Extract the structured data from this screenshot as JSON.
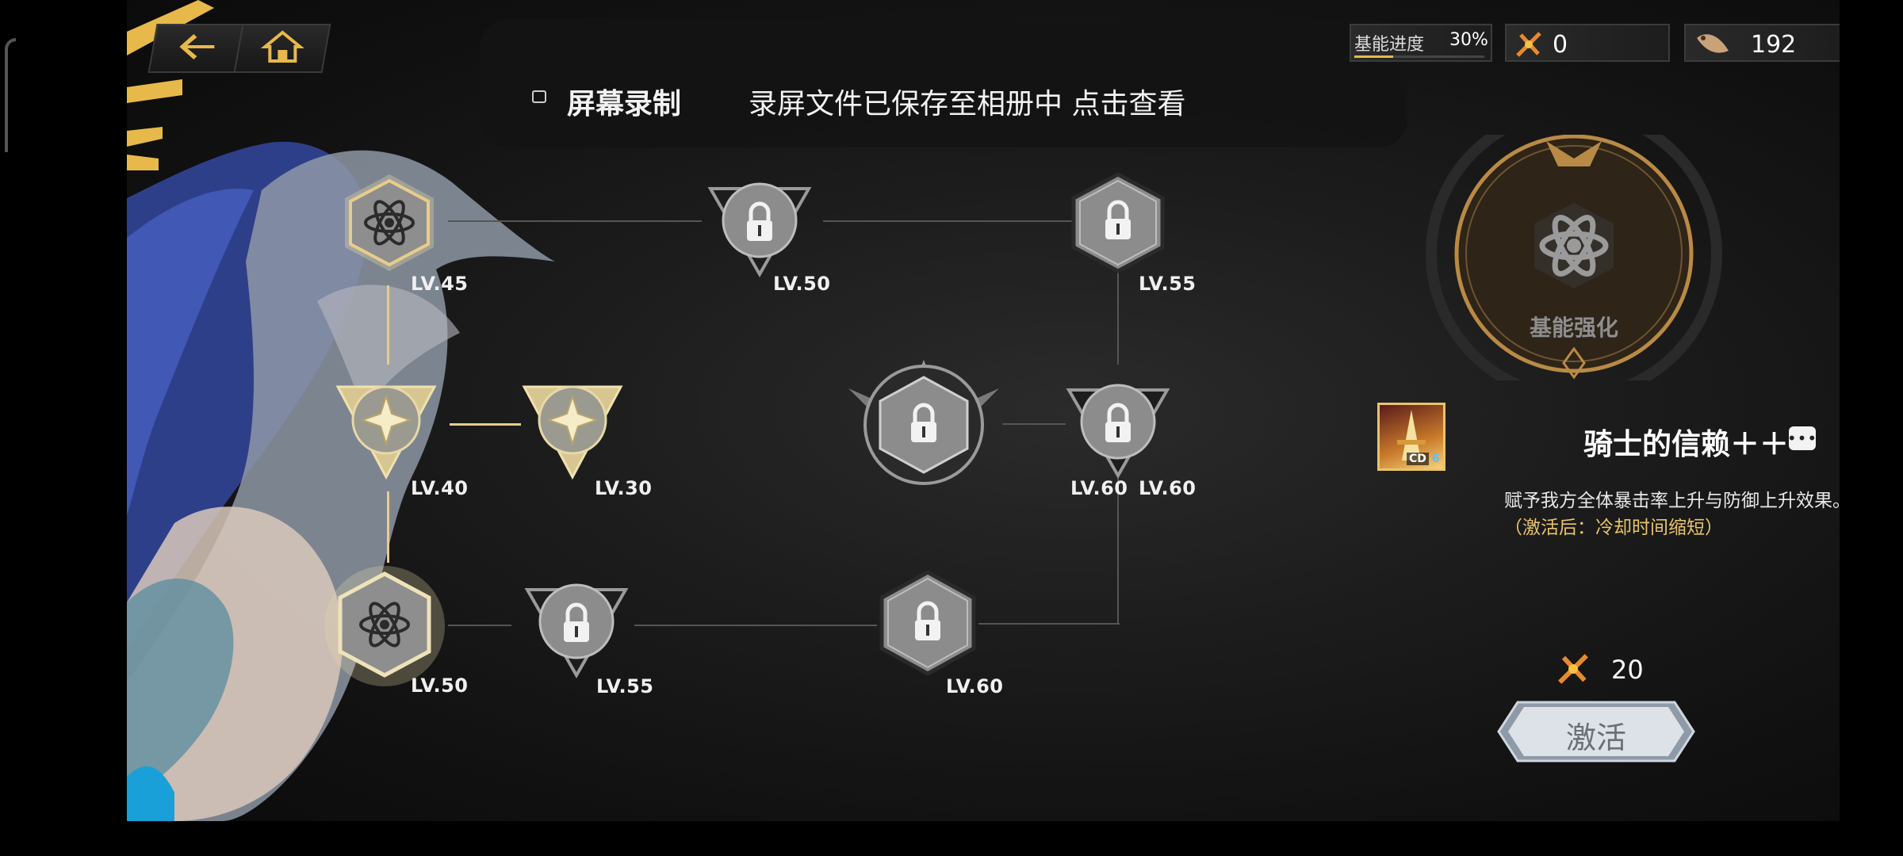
{
  "nav": {
    "back_icon": "back-arrow-icon",
    "home_icon": "home-icon"
  },
  "toast": {
    "title": "屏幕录制",
    "message": "录屏文件已保存至相册中 点击查看",
    "icon": "screen-record-icon"
  },
  "resources": {
    "progress_label": "基能进度",
    "progress_value": "30%",
    "progress_fraction": 0.3,
    "currency1_value": "0",
    "currency1_icon": "energy-cross-icon",
    "currency2_value": "192",
    "currency2_icon": "fish-token-icon"
  },
  "tree": {
    "nodes": [
      {
        "id": "r1c1",
        "level": "LV.45",
        "state": "active-glow",
        "icon": "atom-icon"
      },
      {
        "id": "r1c2",
        "level": "LV.50",
        "state": "locked",
        "icon": "lock-icon"
      },
      {
        "id": "r1c3",
        "level": "LV.55",
        "state": "locked",
        "icon": "lock-icon"
      },
      {
        "id": "r2c1",
        "level": "LV.40",
        "state": "unlocked",
        "icon": "star-burst-icon"
      },
      {
        "id": "r2c2",
        "level": "LV.30",
        "state": "unlocked",
        "icon": "star-burst-icon"
      },
      {
        "id": "r2c3",
        "level": "LV.60",
        "state": "locked",
        "icon": "lock-icon"
      },
      {
        "id": "r2c4",
        "level": "LV.60",
        "state": "locked",
        "icon": "lock-icon"
      },
      {
        "id": "r3c1",
        "level": "LV.50",
        "state": "selected",
        "icon": "atom-icon"
      },
      {
        "id": "r3c2",
        "level": "LV.55",
        "state": "locked",
        "icon": "lock-icon"
      },
      {
        "id": "r3c3",
        "level": "LV.60",
        "state": "locked",
        "icon": "lock-icon"
      }
    ]
  },
  "detail": {
    "emblem_label": "基能强化",
    "emblem_icon": "atom-icon",
    "skill_name": "骑士的信赖＋＋",
    "cd_label": "CD",
    "cd_value": "6",
    "description": "赋予我方全体暴击率上升与防御上升效果。",
    "description_extra": "（激活后：冷却时间缩短）",
    "more_icon": "more-dots-icon",
    "cost_value": "20",
    "cost_icon": "energy-cross-icon",
    "activate_label": "激活"
  },
  "colors": {
    "gold": "#e9c46a",
    "line_gold": "#e7cd8a",
    "line_gray": "#555555"
  }
}
